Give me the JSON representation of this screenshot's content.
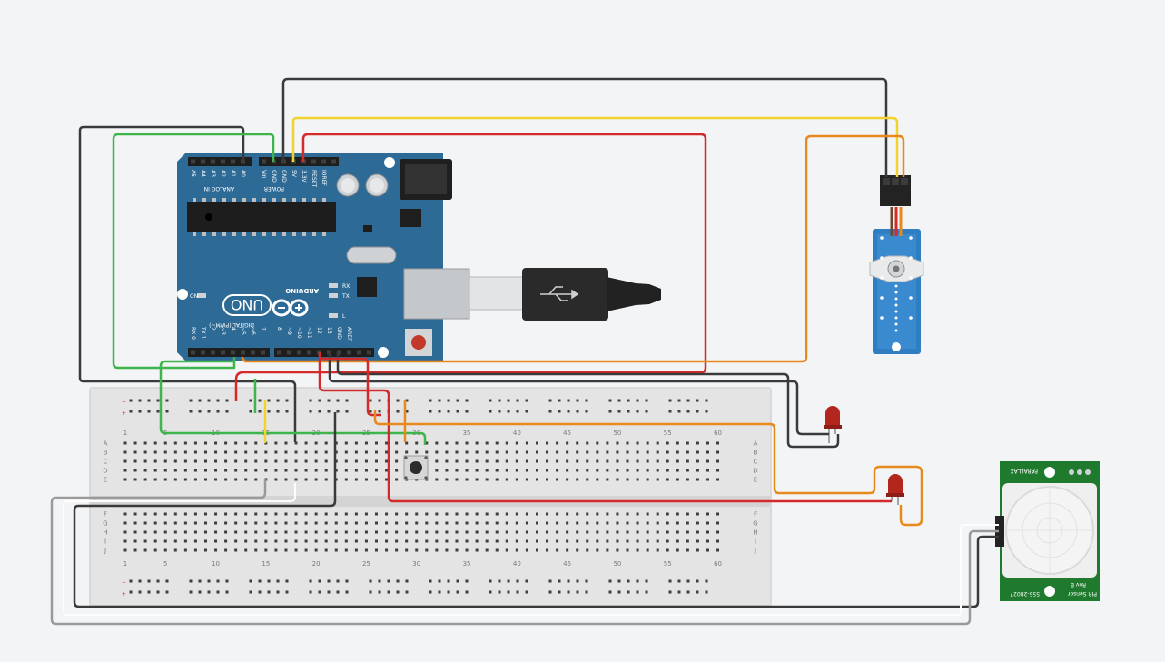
{
  "arduino": {
    "brand": "ARDUINO",
    "model": "UNO",
    "analog_header": "ANALOG IN",
    "power_header": "POWER",
    "digital_header": "DIGITAL (PWM~)",
    "analog_pins": [
      "A5",
      "A4",
      "A3",
      "A2",
      "A1",
      "A0"
    ],
    "power_pins": [
      "Vin",
      "GND",
      "GND",
      "5V",
      "3.3V",
      "RESET",
      "IOREF"
    ],
    "digital_pins": [
      "RX 0",
      "TX 1",
      "2",
      "~3",
      "4",
      "~5",
      "~6",
      "7",
      "8",
      "~9",
      "~10",
      "~11",
      "12",
      "13",
      "GND",
      "AREF"
    ],
    "led_labels": {
      "on": "ON",
      "rx": "RX",
      "tx": "TX",
      "l": "L"
    }
  },
  "breadboard": {
    "column_numbers": [
      "1",
      "5",
      "10",
      "15",
      "20",
      "25",
      "30",
      "35",
      "40",
      "45",
      "50",
      "55",
      "60"
    ],
    "row_letters_top": [
      "A",
      "B",
      "C",
      "D",
      "E"
    ],
    "row_letters_bottom": [
      "F",
      "G",
      "H",
      "I",
      "J"
    ],
    "rail_minus": "−",
    "rail_plus": "+"
  },
  "pir_sensor": {
    "brand": "PARALLAX",
    "label": "PIR Sensor",
    "rev": "Rev B",
    "part_number": "555-28027"
  },
  "colors": {
    "background": "#f3f4f6",
    "arduino_board": "#2e6a96",
    "wire_black": "#3a3a3a",
    "wire_red": "#d42a2a",
    "wire_green": "#3db54a",
    "wire_yellow": "#f2d22e",
    "wire_orange": "#e8891e",
    "wire_gray": "#9a9a9a",
    "servo_blue": "#2f7ec2",
    "pir_green": "#1f7a2e",
    "led_red": "#b3261e"
  }
}
